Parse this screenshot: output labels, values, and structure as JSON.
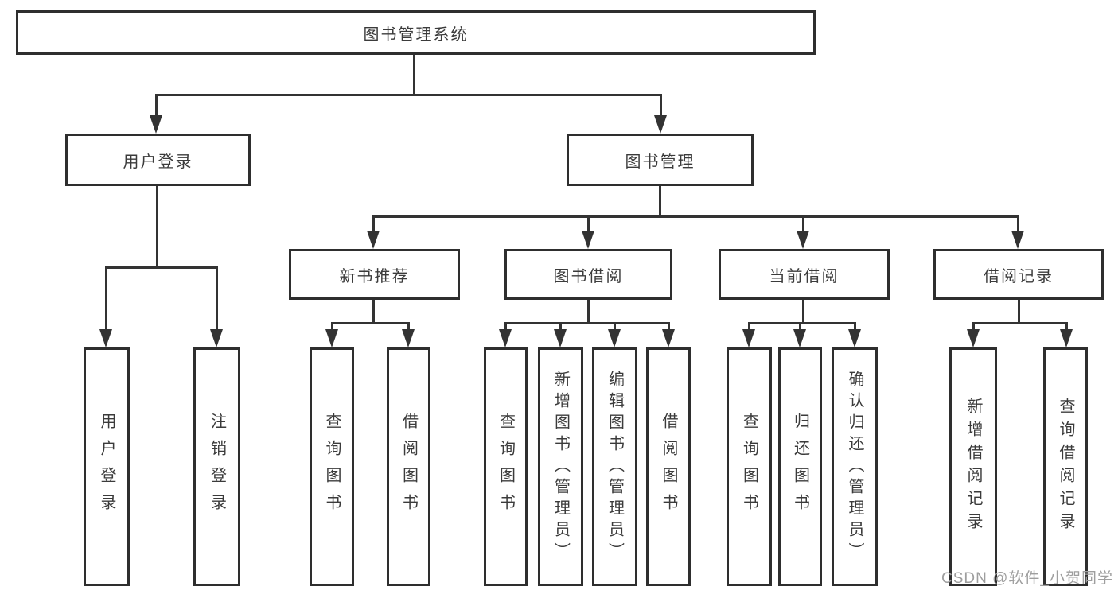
{
  "diagram": {
    "type": "tree-structure-chart",
    "watermark": "CSDN @软件_小贺同学",
    "colors": {
      "line": "#333333",
      "box_border": "#2e2e2e",
      "text": "#3b3b3b",
      "watermark": "#9e9e9e",
      "background": "#ffffff"
    },
    "tree": {
      "root": {
        "label": "图书管理系统"
      },
      "branches": [
        {
          "label": "用户登录",
          "children": [
            {
              "label": "用户登录"
            },
            {
              "label": "注销登录"
            }
          ]
        },
        {
          "label": "图书管理",
          "children": [
            {
              "label": "新书推荐",
              "children": [
                {
                  "label": "查询图书"
                },
                {
                  "label": "借阅图书"
                }
              ]
            },
            {
              "label": "图书借阅",
              "children": [
                {
                  "label": "查询图书"
                },
                {
                  "label": "新增图书（管理员）"
                },
                {
                  "label": "编辑图书（管理员）"
                },
                {
                  "label": "借阅图书"
                }
              ]
            },
            {
              "label": "当前借阅",
              "children": [
                {
                  "label": "查询图书"
                },
                {
                  "label": "归还图书"
                },
                {
                  "label": "确认归还（管理员）"
                }
              ]
            },
            {
              "label": "借阅记录",
              "children": [
                {
                  "label": "新增借阅记录"
                },
                {
                  "label": "查询借阅记录"
                }
              ]
            }
          ]
        }
      ]
    }
  }
}
